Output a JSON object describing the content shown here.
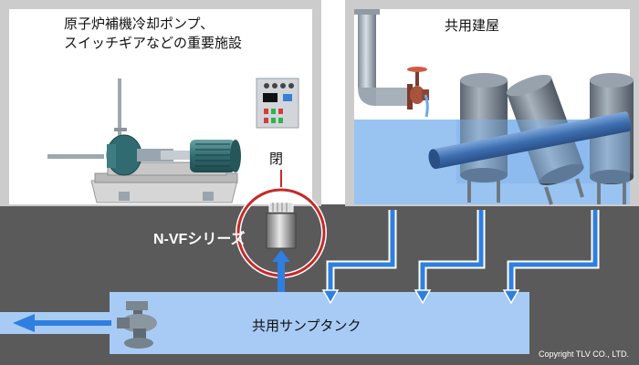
{
  "left_room": {
    "title_line1": "原子炉補機冷却ポンプ、",
    "title_line2": "スイッチギアなどの重要施設"
  },
  "right_room": {
    "title": "共用建屋"
  },
  "valve_state": "閉",
  "product_label": "N-VFシリーズ",
  "sump_label": "共用サンプタンク",
  "copyright": "Copyright TLV CO., LTD.",
  "colors": {
    "ground": "#5a5a5a",
    "room_wall": "#cccccc",
    "water": "#99c4f2",
    "sump_water": "#a8cbf5",
    "flow_arrow": "#2f7fe0",
    "highlight_ring": "#c42a2a"
  }
}
